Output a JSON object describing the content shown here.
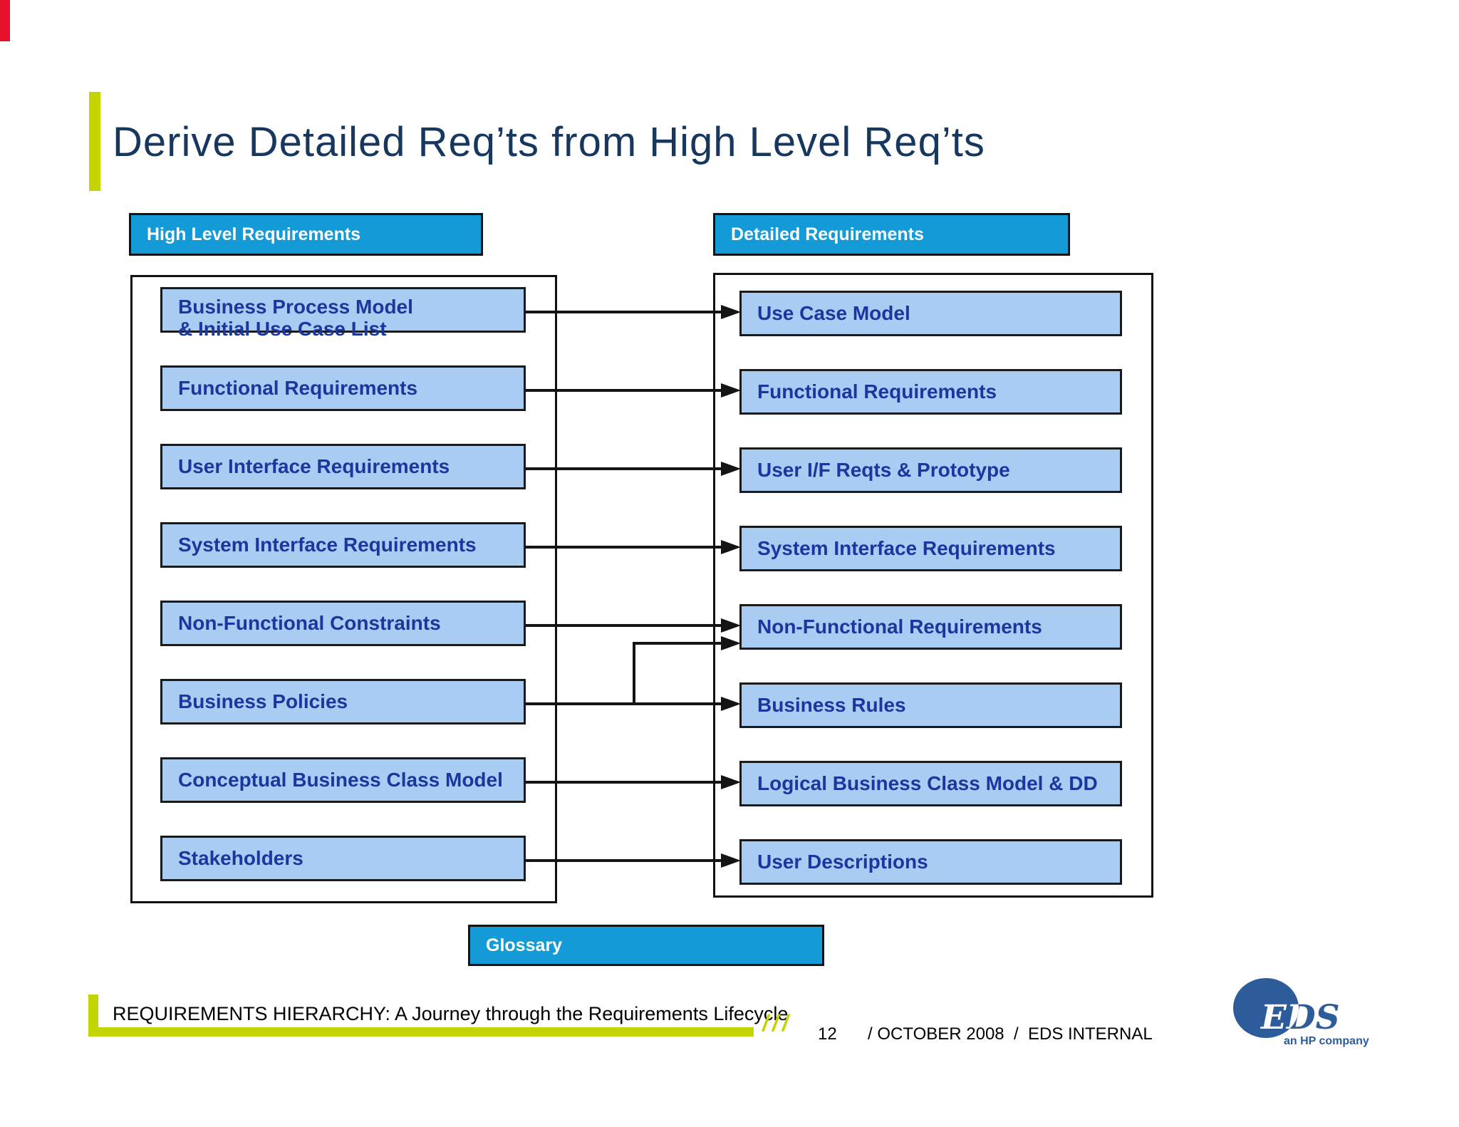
{
  "slide": {
    "title": "Derive Detailed Req’ts from High Level Req’ts"
  },
  "high_level": {
    "header": "High Level Requirements",
    "boxes": [
      "Business Process Model\n& Initial Use Case List",
      "Functional Requirements",
      "User Interface Requirements",
      "System Interface Requirements",
      "Non-Functional Constraints",
      "Business Policies",
      "Conceptual Business Class Model",
      "Stakeholders"
    ]
  },
  "detailed": {
    "header": "Detailed Requirements",
    "boxes": [
      "Use Case Model",
      "Functional Requirements",
      "User I/F Reqts & Prototype",
      "System Interface Requirements",
      "Non-Functional Requirements",
      "Business Rules",
      "Logical Business Class Model & DD",
      "User Descriptions"
    ]
  },
  "glossary_label": "Glossary",
  "footer": {
    "title": "REQUIREMENTS HIERARCHY: A Journey through the Requirements Lifecycle",
    "slashes": "///",
    "page_number": "12",
    "meta": "/ OCTOBER 2008  /  EDS INTERNAL"
  },
  "logo": {
    "text": "EDS",
    "tagline": "an HP company"
  },
  "colors": {
    "header_fill": "#149AD6",
    "box_fill": "#A9CCF3",
    "box_text": "#19379F",
    "title_text": "#17375E",
    "accent_yellow": "#C3D500",
    "logo_blue": "#2D5C9A",
    "corner_red": "#E8112D",
    "line_black": "#141414"
  }
}
